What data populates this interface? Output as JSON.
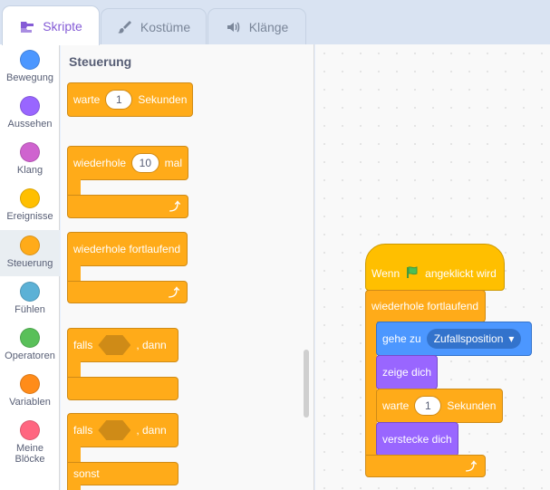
{
  "tabs": [
    {
      "label": "Skripte",
      "icon": "code-icon"
    },
    {
      "label": "Kostüme",
      "icon": "paintbrush-icon"
    },
    {
      "label": "Klänge",
      "icon": "speaker-icon"
    }
  ],
  "categories": [
    {
      "label": "Bewegung",
      "color": "#4c97ff"
    },
    {
      "label": "Aussehen",
      "color": "#9966ff"
    },
    {
      "label": "Klang",
      "color": "#cf63cf"
    },
    {
      "label": "Ereignisse",
      "color": "#ffbf00"
    },
    {
      "label": "Steuerung",
      "color": "#ffab19"
    },
    {
      "label": "Fühlen",
      "color": "#5cb1d6"
    },
    {
      "label": "Operatoren",
      "color": "#59c059"
    },
    {
      "label": "Variablen",
      "color": "#ff8c1a"
    },
    {
      "label": "Meine Blöcke",
      "color": "#ff6680"
    }
  ],
  "palette": {
    "title": "Steuerung",
    "wait": {
      "label_before": "warte",
      "value": "1",
      "label_after": "Sekunden"
    },
    "repeat": {
      "label_before": "wiederhole",
      "value": "10",
      "label_after": "mal"
    },
    "forever": {
      "label": "wiederhole fortlaufend"
    },
    "if": {
      "label_before": "falls",
      "label_after": ", dann"
    },
    "ifelse": {
      "label_before": "falls",
      "label_after": ", dann",
      "else_label": "sonst"
    }
  },
  "script": {
    "hat": {
      "label_before": "Wenn",
      "label_after": "angeklickt wird"
    },
    "forever": {
      "label": "wiederhole fortlaufend"
    },
    "goto": {
      "label": "gehe zu",
      "option": "Zufallsposition"
    },
    "show": {
      "label": "zeige dich"
    },
    "wait": {
      "label_before": "warte",
      "value": "1",
      "label_after": "Sekunden"
    },
    "hide": {
      "label": "verstecke dich"
    }
  },
  "colors": {
    "control": "#ffab19",
    "events": "#ffbf00",
    "motion": "#4c97ff",
    "looks": "#9966ff",
    "active_tab_text": "#855cd6"
  }
}
